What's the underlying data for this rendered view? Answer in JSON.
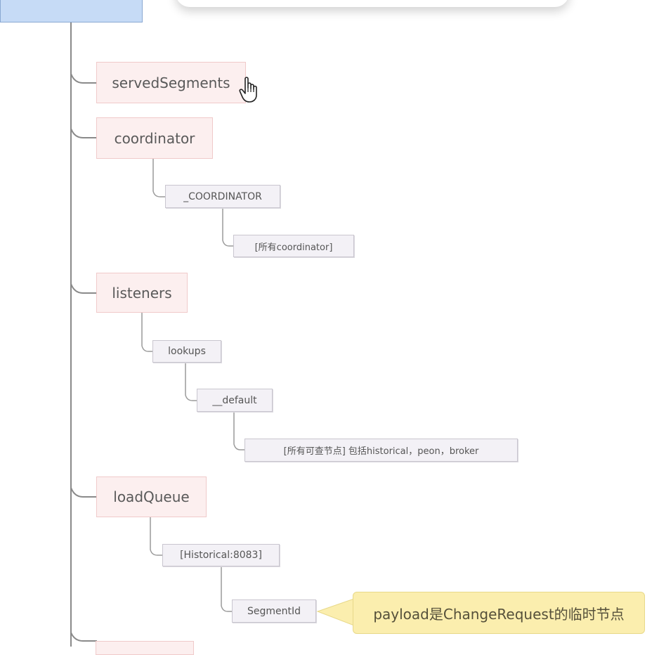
{
  "diagram": {
    "nodes": {
      "served_segments": "servedSegments",
      "coordinator": "coordinator",
      "coordinator_child": "_COORDINATOR",
      "coordinator_leaf": "[所有coordinator]",
      "listeners": "listeners",
      "lookups": "lookups",
      "default": "__default",
      "default_leaf": "[所有可查节点] 包括historical，peon，broker",
      "load_queue": "loadQueue",
      "historical": "[Historical:8083]",
      "segment_id": "SegmentId"
    },
    "callout": "payload是ChangeRequest的临时节点",
    "colors": {
      "level1_fill": "#fcefef",
      "level2_fill": "#f3f1f6",
      "root_fill": "#c6dbf6",
      "callout_fill": "#fbeeae"
    }
  },
  "icons": {
    "cursor": "hand-pointer-icon"
  }
}
